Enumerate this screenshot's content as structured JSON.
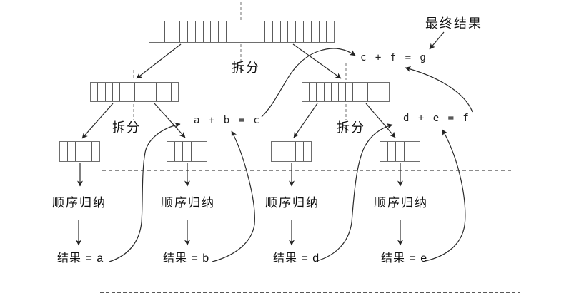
{
  "diagram": {
    "labels": {
      "final_result": "最终结果",
      "split_top": "拆分",
      "split_left": "拆分",
      "split_right": "拆分"
    },
    "formulas": {
      "top": "c + f = g",
      "left": "a + b = c",
      "right": "d + e = f"
    },
    "seq": [
      "顺序归纳",
      "顺序归纳",
      "顺序归纳",
      "顺序归纳"
    ],
    "results": [
      "结果 = a",
      "结果 = b",
      "结果 = d",
      "结果 = e"
    ],
    "arrays": {
      "top": {
        "cells": 24
      },
      "mid_left": {
        "cells": 12
      },
      "mid_right": {
        "cells": 12
      },
      "leaf_1": {
        "cells": 5
      },
      "leaf_2": {
        "cells": 5
      },
      "leaf_3": {
        "cells": 5
      },
      "leaf_4": {
        "cells": 5
      }
    },
    "colors": {
      "background": "#ffffff",
      "line": "#2b2b2b",
      "array_border": "#6e6e6e",
      "dashed_guide": "#999999",
      "separator_mid": "#666666",
      "separator_bottom": "#222222",
      "text": "#111111"
    }
  }
}
